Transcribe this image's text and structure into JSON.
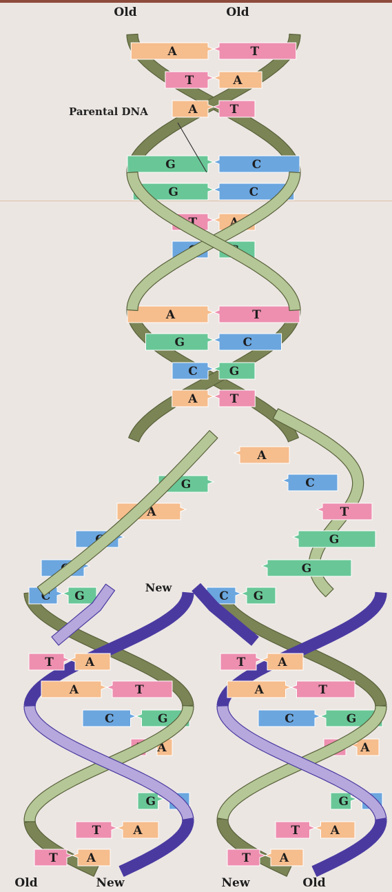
{
  "labels": {
    "top_left": "Old",
    "top_right": "Old",
    "parental": "Parental DNA",
    "middle": "New",
    "bottom_1": "Old",
    "bottom_2": "New",
    "bottom_3": "New",
    "bottom_4": "Old"
  },
  "colors": {
    "A": "#f6bd8d",
    "T": "#ee8fb0",
    "G": "#69c797",
    "C": "#6ba6df",
    "old_strand": "#b5c797",
    "old_strand_dark": "#58603a",
    "new_strand": "#b6a8dc",
    "new_strand_dark": "#4a3aa0",
    "background": "#ebe6e2"
  },
  "parental_pairs": [
    [
      "A",
      "T"
    ],
    [
      "T",
      "A"
    ],
    [
      "A",
      "T"
    ],
    [
      "G",
      "C"
    ],
    [
      "G",
      "C"
    ],
    [
      "T",
      "A"
    ],
    [
      "C",
      "G"
    ],
    [
      "A",
      "T"
    ],
    [
      "G",
      "C"
    ],
    [
      "C",
      "G"
    ],
    [
      "A",
      "T"
    ]
  ],
  "fork_left_bases": [
    "G",
    "A",
    "C",
    "C"
  ],
  "fork_right_bases": [
    "A",
    "C",
    "T",
    "G",
    "G"
  ],
  "fork_pairs": [
    [
      "C",
      "G"
    ],
    [
      "C",
      "G"
    ]
  ],
  "left_daughter_pairs": [
    [
      "T",
      "A"
    ],
    [
      "A",
      "T"
    ],
    [
      "C",
      "G"
    ],
    [
      "T",
      "A"
    ],
    [
      "G",
      "C"
    ],
    [
      "T",
      "A"
    ],
    [
      "T",
      "A"
    ]
  ],
  "right_daughter_pairs": [
    [
      "T",
      "A"
    ],
    [
      "A",
      "T"
    ],
    [
      "C",
      "G"
    ],
    [
      "T",
      "A"
    ],
    [
      "G",
      "C"
    ],
    [
      "T",
      "A"
    ],
    [
      "T",
      "A"
    ]
  ]
}
